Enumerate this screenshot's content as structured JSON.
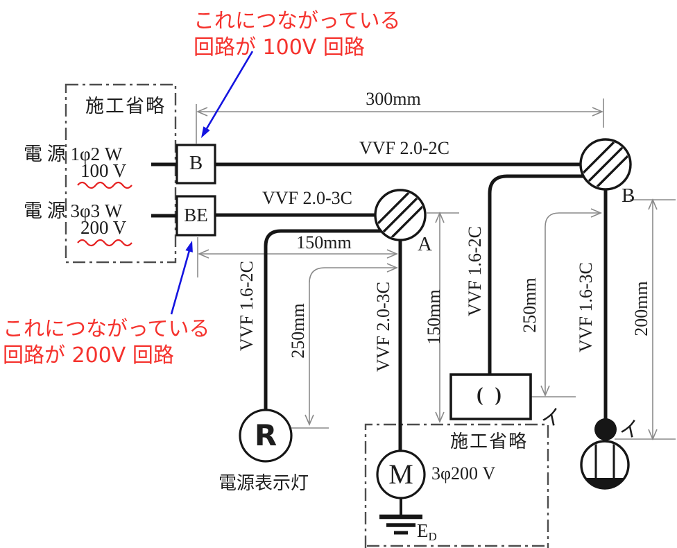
{
  "colors": {
    "annotation_red": "#f5322d",
    "arrow_blue": "#1414e0",
    "wire_black": "#161616",
    "dimension_gray": "#8a8a8a"
  },
  "annotations": {
    "top_line1": "これにつながっている",
    "top_line2": "回路が 100V 回路",
    "bottom_line1": "これにつながっている",
    "bottom_line2": "回路が 200V 回路"
  },
  "power": {
    "omission_top": "施工省略",
    "src100_main": "電 源 1φ2 W",
    "src100_volt": "100 V",
    "src200_main": "電 源 3φ3 W",
    "src200_volt": "200 V",
    "breaker_100": "B",
    "breaker_200": "BE"
  },
  "cables": {
    "vvf20_2c": "VVF 2.0-2C",
    "vvf20_3c_h": "VVF 2.0-3C",
    "vvf16_2c_left": "VVF 1.6-2C",
    "vvf20_3c_v": "VVF 2.0-3C",
    "vvf16_2c_right": "VVF 1.6-2C",
    "vvf16_3c": "VVF 1.6-3C"
  },
  "dims": {
    "d300": "300mm",
    "d150_h": "150mm",
    "d250_left": "250mm",
    "d150_v": "150mm",
    "d250_right": "250mm",
    "d200": "200mm"
  },
  "devices": {
    "junction_a": "A",
    "junction_b": "B",
    "lamp_r": "R",
    "lamp_r_caption": "電源表示灯",
    "motor": "M",
    "motor_spec": "3φ200 V",
    "ground_main": "E",
    "ground_sub": "D",
    "switch_symbol": "( )",
    "omission_bottom": "施工省略",
    "mark_i_switch": "イ",
    "mark_i_lamp": "イ"
  }
}
